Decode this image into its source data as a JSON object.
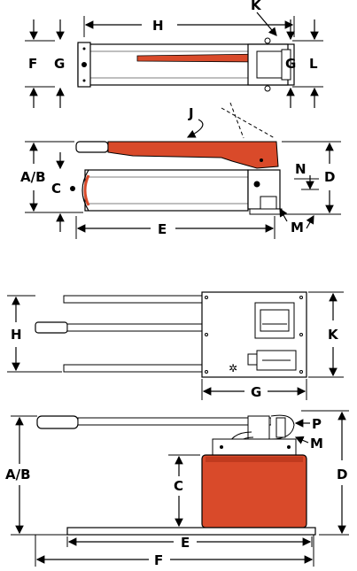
{
  "labels": {
    "top_H": "H",
    "top_K": "K",
    "top_F": "F",
    "top_G_left": "G",
    "top_G_right": "G",
    "top_L": "L",
    "side_J": "J",
    "side_AB": "A/B",
    "side_C": "C",
    "side_D": "D",
    "side_N": "N",
    "side_E": "E",
    "side_M": "M",
    "plan_H": "H",
    "plan_K": "K",
    "plan_G": "G",
    "front_AB": "A/B",
    "front_C": "C",
    "front_D": "D",
    "front_E": "E",
    "front_F": "F",
    "front_P": "P",
    "front_M": "M"
  },
  "colors": {
    "handle_red": "#d94a2a",
    "reservoir_red": "#d94a2a",
    "line": "#000000",
    "background": "#ffffff"
  }
}
